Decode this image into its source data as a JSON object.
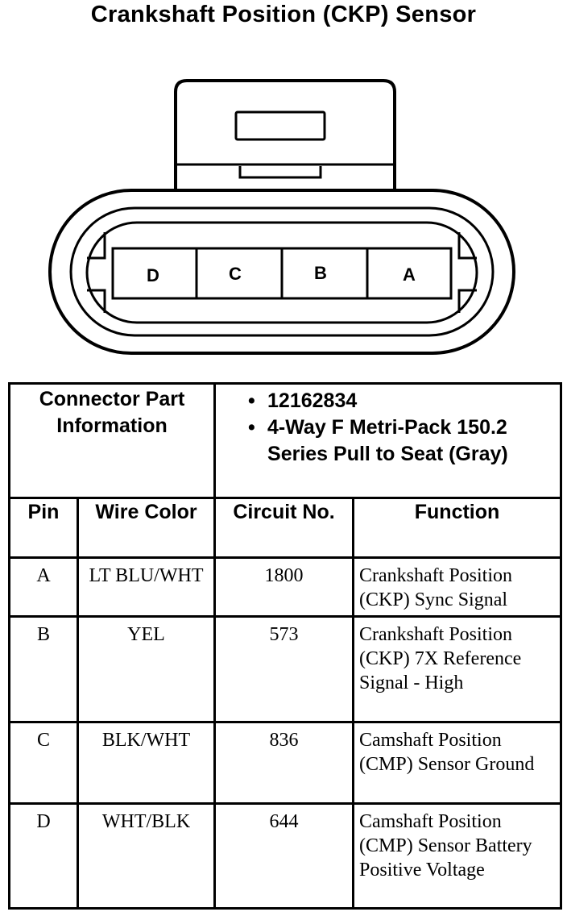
{
  "title": "Crankshaft Position (CKP) Sensor",
  "connector": {
    "pins": [
      "D",
      "C",
      "B",
      "A"
    ]
  },
  "part_info": {
    "label": "Connector Part Information",
    "items": [
      "12162834",
      "4-Way F Metri-Pack 150.2 Series Pull to Seat (Gray)"
    ]
  },
  "table": {
    "headers": {
      "pin": "Pin",
      "wire_color": "Wire Color",
      "circuit": "Circuit No.",
      "function": "Function"
    },
    "rows": [
      {
        "pin": "A",
        "wire": "LT BLU/WHT",
        "circuit": "1800",
        "function": "Crankshaft Position (CKP) Sync Signal"
      },
      {
        "pin": "B",
        "wire": "YEL",
        "circuit": "573",
        "function": "Crankshaft Position (CKP) 7X Reference Signal - High"
      },
      {
        "pin": "C",
        "wire": "BLK/WHT",
        "circuit": "836",
        "function": "Camshaft Position (CMP) Sensor Ground"
      },
      {
        "pin": "D",
        "wire": "WHT/BLK",
        "circuit": "644",
        "function": "Camshaft Position (CMP) Sensor Battery Positive Voltage"
      }
    ]
  }
}
